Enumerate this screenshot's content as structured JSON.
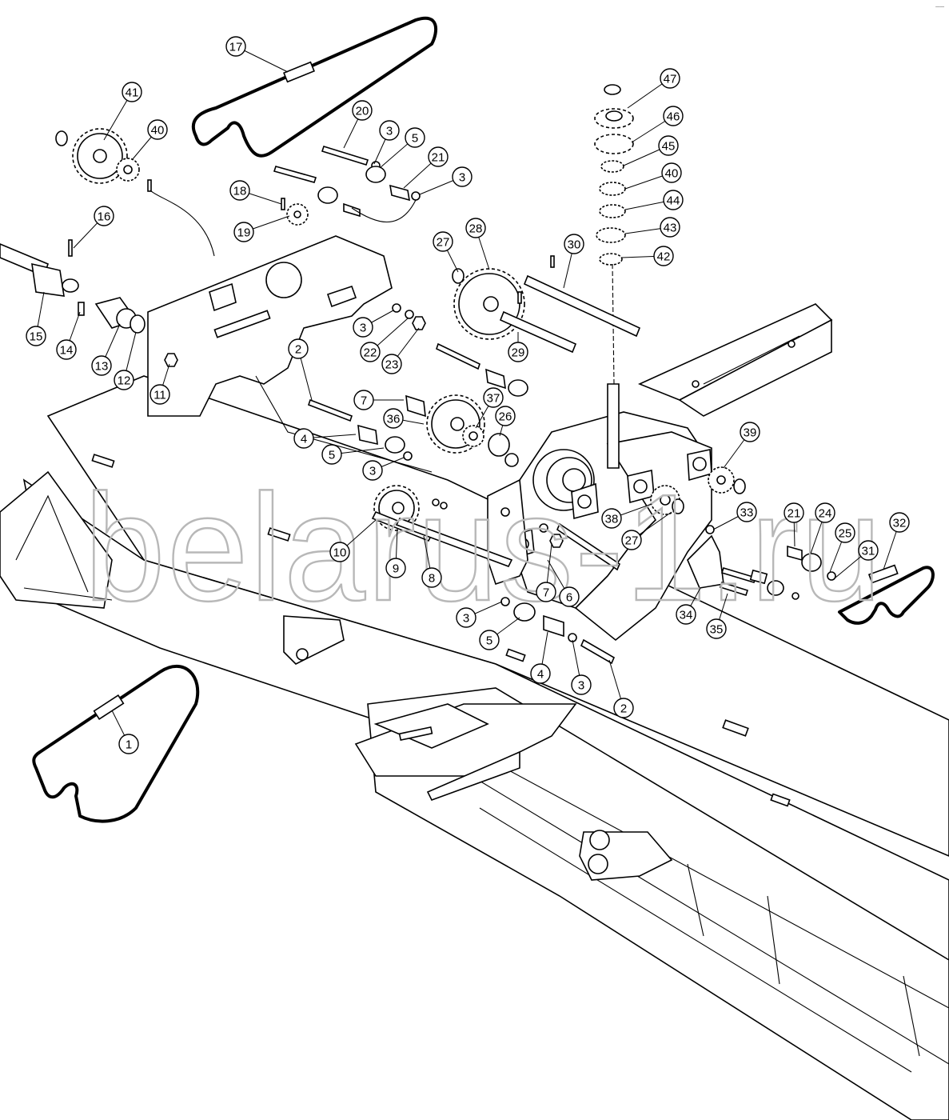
{
  "watermark": "belarus-1.ru",
  "corner_mark": "—–",
  "callouts": [
    {
      "id": "c17",
      "label": "17"
    },
    {
      "id": "c41",
      "label": "41"
    },
    {
      "id": "c40a",
      "label": "40"
    },
    {
      "id": "c20",
      "label": "20"
    },
    {
      "id": "c3a",
      "label": "3"
    },
    {
      "id": "c5a",
      "label": "5"
    },
    {
      "id": "c21a",
      "label": "21"
    },
    {
      "id": "c3b",
      "label": "3"
    },
    {
      "id": "c18",
      "label": "18"
    },
    {
      "id": "c19",
      "label": "19"
    },
    {
      "id": "c16",
      "label": "16"
    },
    {
      "id": "c15",
      "label": "15"
    },
    {
      "id": "c14",
      "label": "14"
    },
    {
      "id": "c13",
      "label": "13"
    },
    {
      "id": "c12",
      "label": "12"
    },
    {
      "id": "c11",
      "label": "11"
    },
    {
      "id": "c27a",
      "label": "27"
    },
    {
      "id": "c28",
      "label": "28"
    },
    {
      "id": "c30",
      "label": "30"
    },
    {
      "id": "c3c",
      "label": "3"
    },
    {
      "id": "c22",
      "label": "22"
    },
    {
      "id": "c23",
      "label": "23"
    },
    {
      "id": "c29",
      "label": "29"
    },
    {
      "id": "c47",
      "label": "47"
    },
    {
      "id": "c46",
      "label": "46"
    },
    {
      "id": "c45",
      "label": "45"
    },
    {
      "id": "c40b",
      "label": "40"
    },
    {
      "id": "c44",
      "label": "44"
    },
    {
      "id": "c43",
      "label": "43"
    },
    {
      "id": "c42",
      "label": "42"
    },
    {
      "id": "c2a",
      "label": "2"
    },
    {
      "id": "c7a",
      "label": "7"
    },
    {
      "id": "c37",
      "label": "37"
    },
    {
      "id": "c36",
      "label": "36"
    },
    {
      "id": "c26",
      "label": "26"
    },
    {
      "id": "c4a",
      "label": "4"
    },
    {
      "id": "c5b",
      "label": "5"
    },
    {
      "id": "c3d",
      "label": "3"
    },
    {
      "id": "c39",
      "label": "39"
    },
    {
      "id": "c38",
      "label": "38"
    },
    {
      "id": "c27b",
      "label": "27"
    },
    {
      "id": "c33",
      "label": "33"
    },
    {
      "id": "c21b",
      "label": "21"
    },
    {
      "id": "c24",
      "label": "24"
    },
    {
      "id": "c25",
      "label": "25"
    },
    {
      "id": "c32",
      "label": "32"
    },
    {
      "id": "c31",
      "label": "31"
    },
    {
      "id": "c34",
      "label": "34"
    },
    {
      "id": "c35",
      "label": "35"
    },
    {
      "id": "c10",
      "label": "10"
    },
    {
      "id": "c9",
      "label": "9"
    },
    {
      "id": "c8",
      "label": "8"
    },
    {
      "id": "c7b",
      "label": "7"
    },
    {
      "id": "c6",
      "label": "6"
    },
    {
      "id": "c3e",
      "label": "3"
    },
    {
      "id": "c5c",
      "label": "5"
    },
    {
      "id": "c4b",
      "label": "4"
    },
    {
      "id": "c3f",
      "label": "3"
    },
    {
      "id": "c2b",
      "label": "2"
    },
    {
      "id": "c1",
      "label": "1"
    }
  ]
}
